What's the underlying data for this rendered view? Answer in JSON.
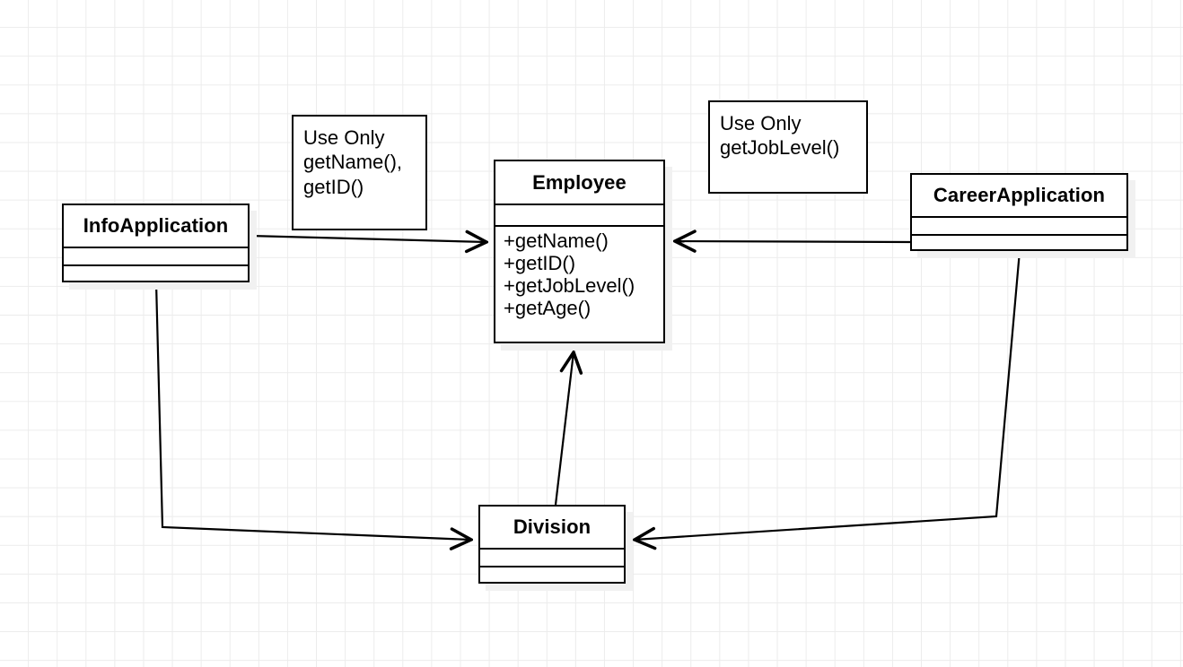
{
  "diagram": {
    "type": "uml-class-diagram",
    "background": "#ffffff",
    "grid_color": "#ececec",
    "line_color": "#000000",
    "shadow_color": "#f1f1f1"
  },
  "classes": [
    {
      "id": "infoapplication",
      "name": "InfoApplication",
      "attributes": [],
      "methods": []
    },
    {
      "id": "employee",
      "name": "Employee",
      "attributes": [],
      "methods": [
        "+getName()",
        "+getID()",
        "+getJobLevel()",
        "+getAge()"
      ]
    },
    {
      "id": "careerapplication",
      "name": "CareerApplication",
      "attributes": [],
      "methods": []
    },
    {
      "id": "division",
      "name": "Division",
      "attributes": [],
      "methods": []
    }
  ],
  "notes": [
    {
      "id": "note-name-id",
      "lines": [
        "Use Only",
        "getName(),",
        "getID()"
      ]
    },
    {
      "id": "note-joblevel",
      "lines": [
        "Use Only",
        "getJobLevel()"
      ]
    }
  ],
  "relationships": [
    {
      "from": "InfoApplication",
      "to": "Employee",
      "style": "open-arrow"
    },
    {
      "from": "CareerApplication",
      "to": "Employee",
      "style": "open-arrow"
    },
    {
      "from": "Division",
      "to": "Employee",
      "style": "open-arrow"
    },
    {
      "from": "InfoApplication",
      "to": "Division",
      "style": "open-arrow"
    },
    {
      "from": "CareerApplication",
      "to": "Division",
      "style": "open-arrow"
    }
  ]
}
